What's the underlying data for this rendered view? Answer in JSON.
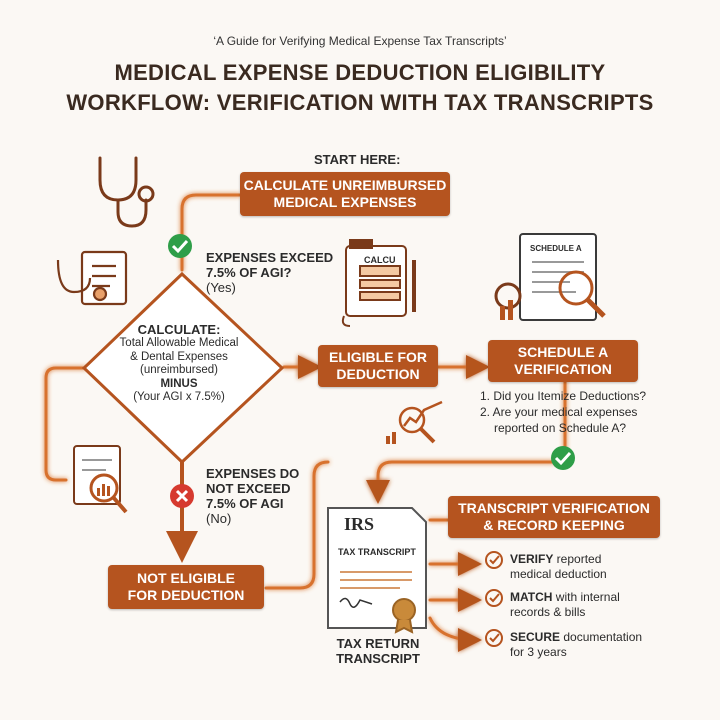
{
  "header": {
    "subtitle": "‘A Guide for Verifying Medical Expense Tax Transcripts’",
    "title_line1": "MEDICAL EXPENSE DEDUCTION ELIGIBILITY",
    "title_line2": "WORKFLOW: VERIFICATION WITH TAX TRANSCRIPTS"
  },
  "start": {
    "label": "START HERE:",
    "box_line1": "CALCULATE UNREIMBURSED",
    "box_line2": "MEDICAL EXPENSES"
  },
  "yes_branch": {
    "line1": "EXPENSES EXCEED",
    "line2": "7.5% OF AGI?",
    "line3": "(Yes)"
  },
  "diamond": {
    "heading": "CALCULATE:",
    "line1": "Total Allowable Medical",
    "line2": "& Dental Expenses",
    "line3": "(unreimbursed)",
    "minus": "MINUS",
    "line4": "(Your AGI x 7.5%)"
  },
  "no_branch": {
    "line1": "EXPENSES DO",
    "line2": "NOT EXCEED",
    "line3": "7.5% OF AGI",
    "line4": "(No)"
  },
  "eligible": {
    "line1": "ELIGIBLE FOR",
    "line2": "DEDUCTION"
  },
  "schedule_a": {
    "line1": "SCHEDULE A",
    "line2": "VERIFICATION",
    "icon_label": "SCHEDULE A",
    "q1": "1. Did you Itemize Deductions?",
    "q2a": "2. Are your medical expenses",
    "q2b": "reported on Schedule A?"
  },
  "calculator_label": "CALCU",
  "not_eligible": {
    "line1": "NOT ELIGIBLE",
    "line2": "FOR DEDUCTION"
  },
  "transcript_box": {
    "line1": "TRANSCRIPT VERIFICATION",
    "line2": "& RECORD KEEPING"
  },
  "irs_doc": {
    "logo": "IRS",
    "heading": "TAX TRANSCRIPT",
    "caption1": "TAX RETURN",
    "caption2": "TRANSCRIPT"
  },
  "actions": [
    {
      "bold": "VERIFY",
      "rest": " reported",
      "line2": "medical deduction"
    },
    {
      "bold": "MATCH",
      "rest": " with internal",
      "line2": "records & bills"
    },
    {
      "bold": "SECURE",
      "rest": " documentation",
      "line2": "for 3 years"
    }
  ],
  "colors": {
    "accent": "#b5541f",
    "glow": "#f3b06b",
    "yes_check": "#2e9e48",
    "no_x": "#d63a2f",
    "ink": "#2b2b2b"
  }
}
